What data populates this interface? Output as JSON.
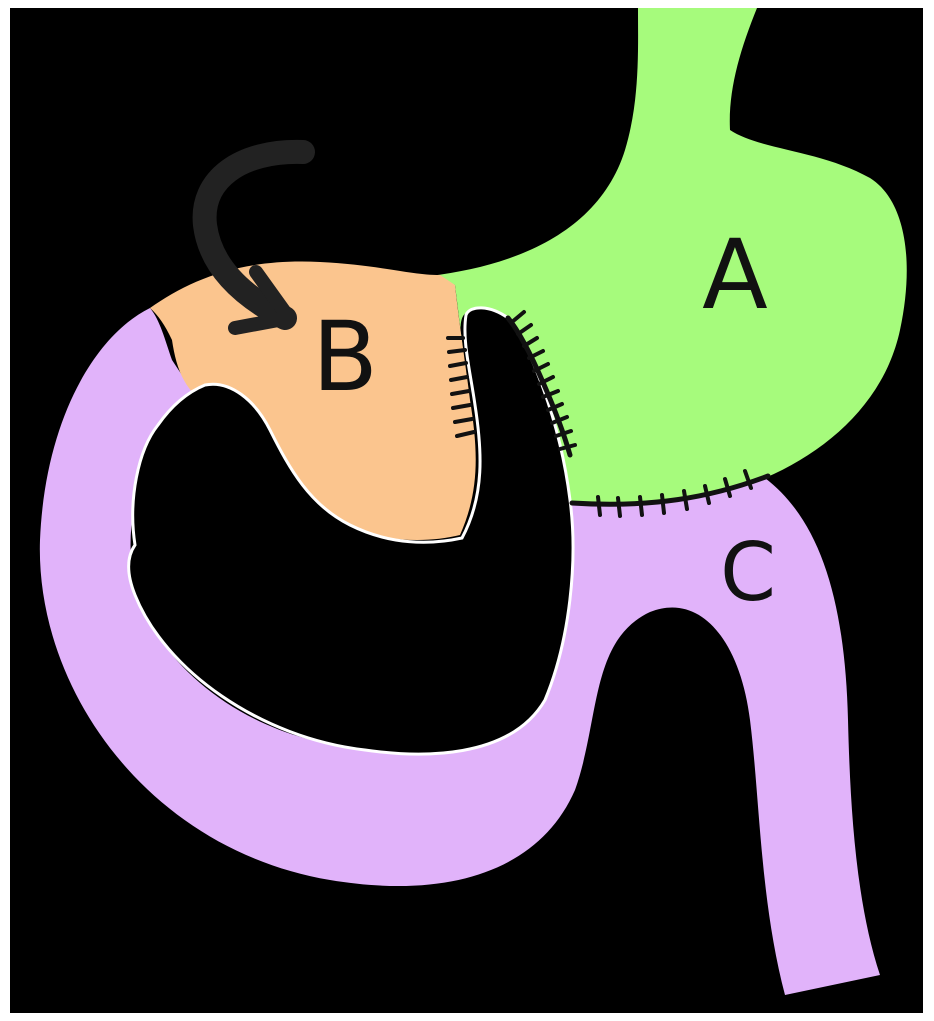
{
  "diagram": {
    "labels": {
      "a": "A",
      "b": "B",
      "c": "C"
    },
    "colors": {
      "background": "#000000",
      "region_a": "#a6fb7c",
      "region_b": "#fbc58e",
      "region_c": "#e1b3fa",
      "outline": "#111111",
      "frame": "#ffffff"
    },
    "icons": [
      "curved-arrow-icon",
      "suture-marks-icon"
    ]
  }
}
